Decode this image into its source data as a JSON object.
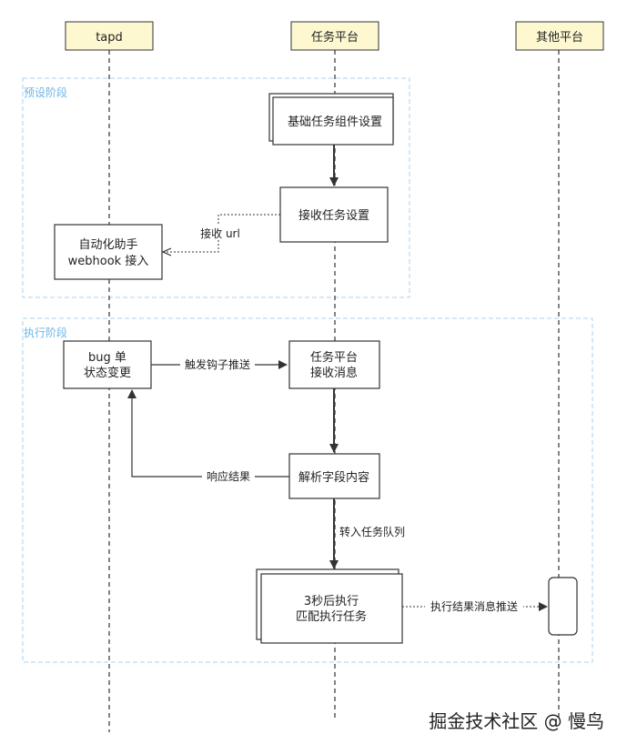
{
  "lifelines": {
    "tapd": "tapd",
    "task_platform": "任务平台",
    "other_platform": "其他平台"
  },
  "phases": {
    "preset": "预设阶段",
    "execute": "执行阶段"
  },
  "boxes": {
    "base_settings": "基础任务组件设置",
    "receive_settings": "接收任务设置",
    "webhook_line1": "自动化助手",
    "webhook_line2": "webhook 接入",
    "bug_line1": "bug 单",
    "bug_line2": "状态变更",
    "receive_msg_line1": "任务平台",
    "receive_msg_line2": "接收消息",
    "parse": "解析字段内容",
    "exec_line1": "3秒后执行",
    "exec_line2": "匹配执行任务"
  },
  "arrows": {
    "receive_url": "接收 url",
    "trigger_hook": "触发钩子推送",
    "response": "响应结果",
    "to_queue": "转入任务队列",
    "push_result": "执行结果消息推送"
  },
  "watermark": "掘金技术社区 @ 慢鸟",
  "colors": {
    "header_fill": "#fdf8d0",
    "header_stroke": "#333333",
    "phase_border": "#a9d3f0",
    "phase_label": "#6fb6e8",
    "line": "#333333"
  }
}
